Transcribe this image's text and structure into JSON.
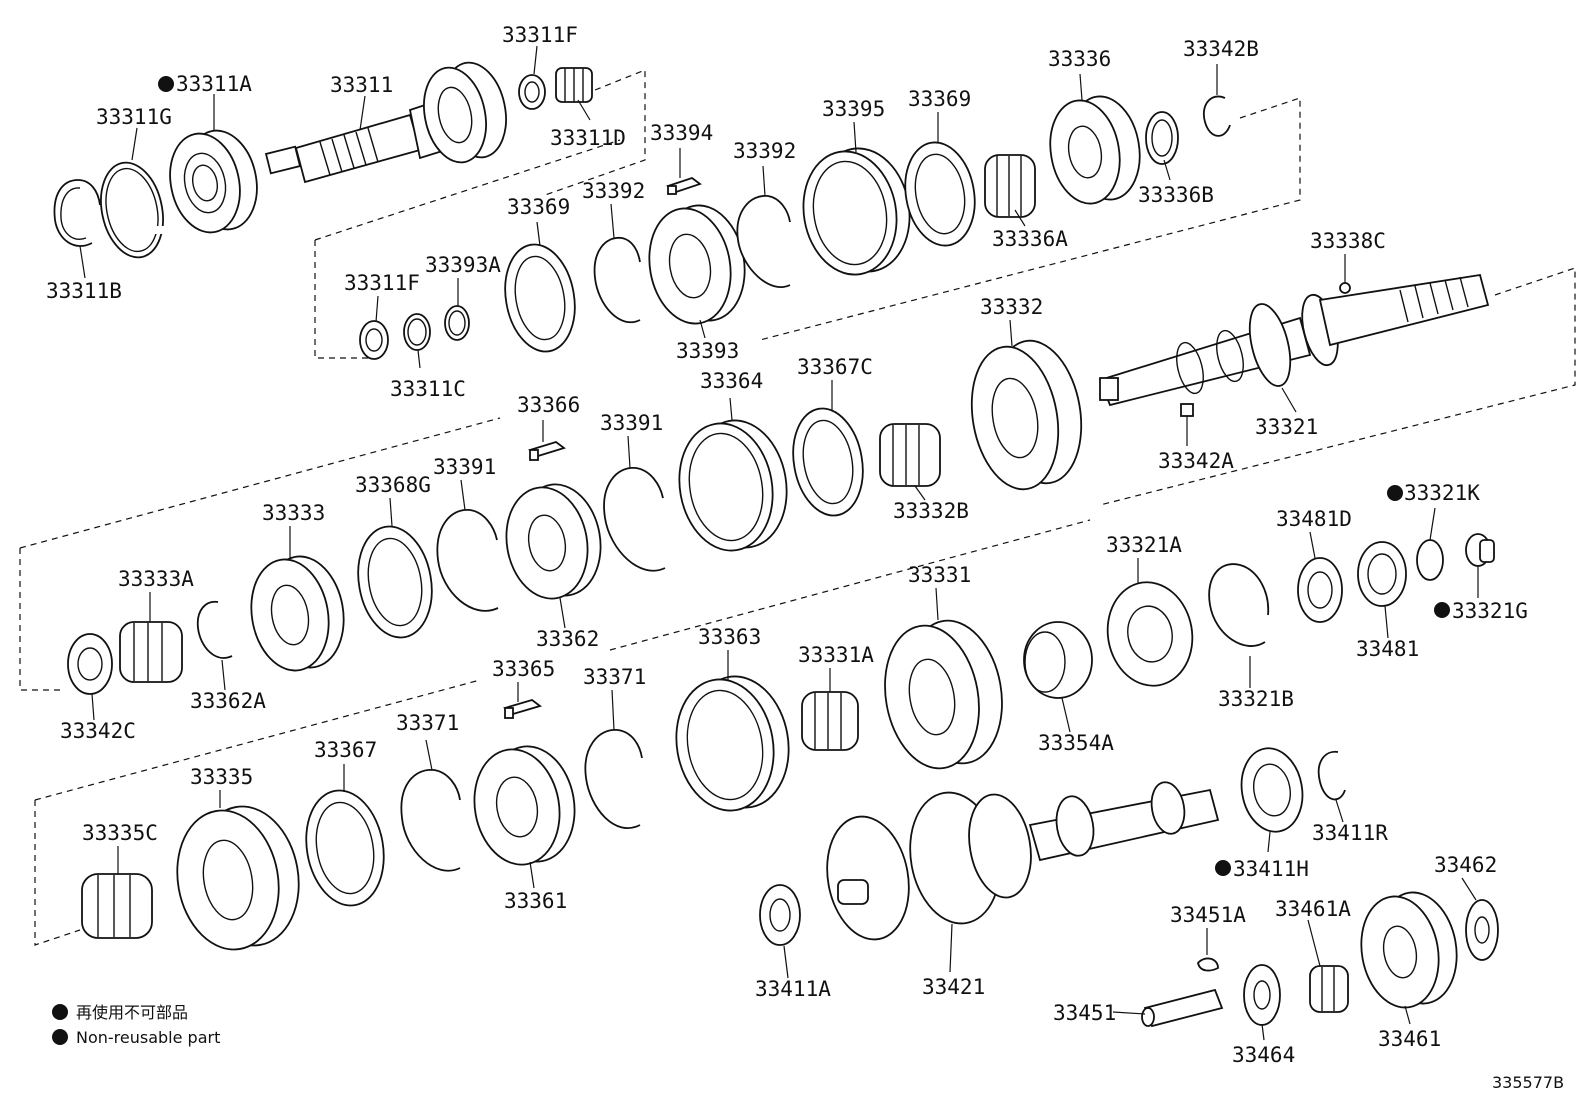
{
  "legend": {
    "jp": "再使用不可部品",
    "en": "Non-reusable part"
  },
  "figure_code": "335577B",
  "labels": {
    "l33311A": "33311A",
    "l33311": "33311",
    "l33311F_top": "33311F",
    "l33311G": "33311G",
    "l33311D": "33311D",
    "l33311B": "33311B",
    "l33394": "33394",
    "l33392_a": "33392",
    "l33392_b": "33392",
    "l33395": "33395",
    "l33369_top": "33369",
    "l33336": "33336",
    "l33342B": "33342B",
    "l33336B": "33336B",
    "l33336A": "33336A",
    "l33369_mid": "33369",
    "l33393": "33393",
    "l33393A": "33393A",
    "l33311F_mid": "33311F",
    "l33311C": "33311C",
    "l33338C": "33338C",
    "l33332": "33332",
    "l33321": "33321",
    "l33342A": "33342A",
    "l33366": "33366",
    "l33391_a": "33391",
    "l33391_b": "33391",
    "l33364": "33364",
    "l33367C": "33367C",
    "l33332B": "33332B",
    "l33333": "33333",
    "l33368G": "33368G",
    "l33333A": "33333A",
    "l33362A": "33362A",
    "l33362": "33362",
    "l33342C": "33342C",
    "l33321K": "33321K",
    "l33481D": "33481D",
    "l33321A": "33321A",
    "l33331": "33331",
    "l33321G": "33321G",
    "l33481": "33481",
    "l33321B": "33321B",
    "l33354A": "33354A",
    "l33363": "33363",
    "l33331A": "33331A",
    "l33365": "33365",
    "l33371_a": "33371",
    "l33371_b": "33371",
    "l33367": "33367",
    "l33335": "33335",
    "l33335C": "33335C",
    "l33361": "33361",
    "l33411R": "33411R",
    "l33411H": "33411H",
    "l33462": "33462",
    "l33451A": "33451A",
    "l33461A": "33461A",
    "l33411A": "33411A",
    "l33421": "33421",
    "l33451": "33451",
    "l33464": "33464",
    "l33461": "33461"
  }
}
